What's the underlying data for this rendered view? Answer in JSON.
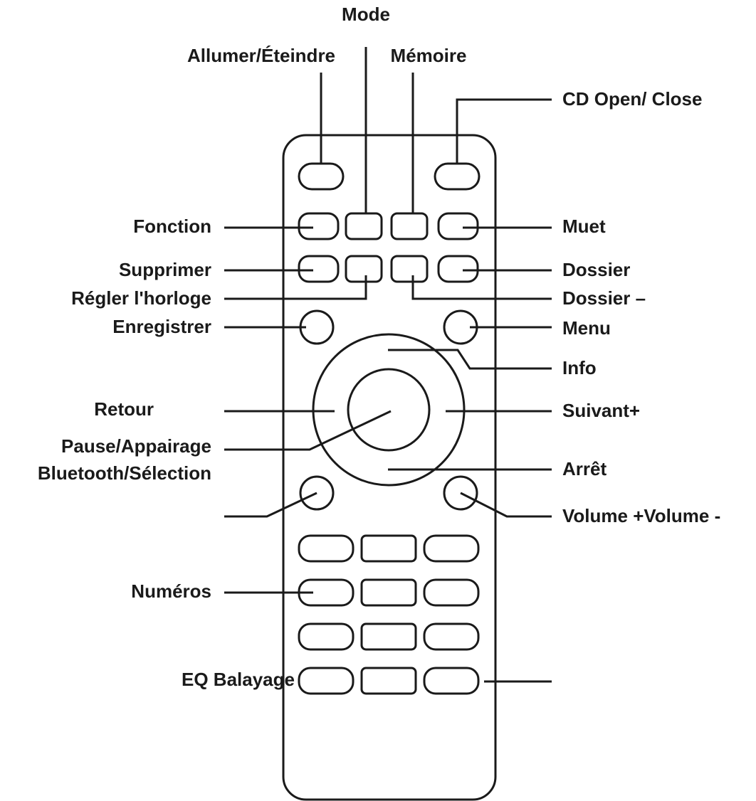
{
  "labels": {
    "mode": "Mode",
    "power": "Allumer/Éteindre",
    "memory": "Mémoire",
    "cd_open_close": "CD Open/ Close",
    "function": "Fonction",
    "mute": "Muet",
    "delete": "Supprimer",
    "folder_plus": "Dossier",
    "set_clock": "Régler l'horloge",
    "folder_minus": "Dossier –",
    "record": "Enregistrer",
    "menu": "Menu",
    "info": "Info",
    "back": "Retour",
    "next": "Suivant+",
    "pause_pair_1": "Pause/Appairage",
    "pause_pair_2": "Bluetooth/Sélection",
    "stop": "Arrêt",
    "volume": "Volume +Volume -",
    "numbers": "Numéros",
    "eq_scan": "EQ Balayage"
  }
}
